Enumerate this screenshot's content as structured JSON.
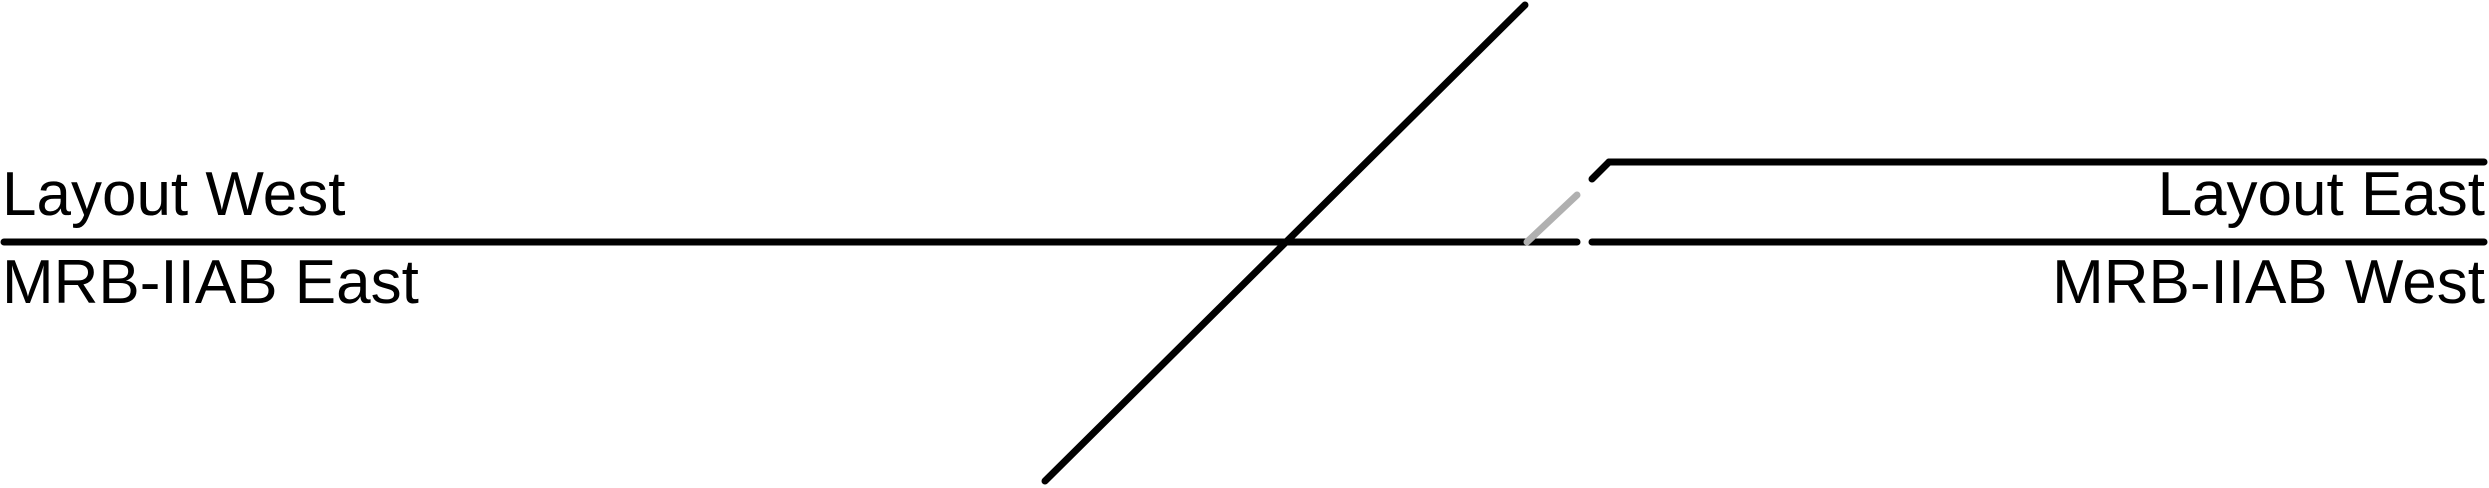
{
  "labels": {
    "layout_west": "Layout West",
    "mrb_east": "MRB-IIAB East",
    "layout_east": "Layout East",
    "mrb_west": "MRB-IIAB West"
  },
  "colors": {
    "track": "#000000",
    "switch_inactive": "#b0b0b0",
    "background": "#ffffff"
  }
}
